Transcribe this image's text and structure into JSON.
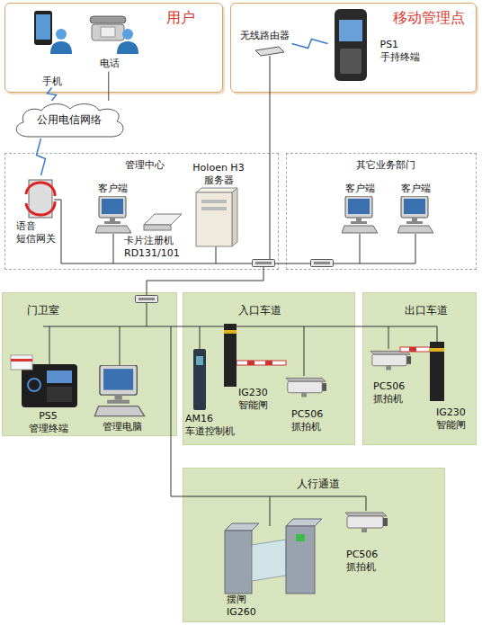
{
  "diagram": {
    "nodes": [
      {
        "text": [
          "用户"
        ]
      },
      {
        "text": [
          "手机"
        ],
        "in": 0
      },
      {
        "text": [
          "电话"
        ],
        "in": 0
      },
      {
        "text": [
          "移动管理点"
        ]
      },
      {
        "text": [
          "无线路由器"
        ],
        "in": 3
      },
      {
        "text": [
          "PS1 手持终端"
        ],
        "in": 3
      },
      {
        "text": [
          "公用电信网络"
        ]
      },
      {
        "text": [
          "管理中心"
        ]
      },
      {
        "text": [
          "语音 短信网关"
        ],
        "in": 7
      },
      {
        "text": [
          "客户端"
        ],
        "in": 7
      },
      {
        "text": [
          "卡片注册机 RD131/101"
        ],
        "in": 7
      },
      {
        "text": [
          "Holoen H3 服务器"
        ],
        "in": 7
      },
      {
        "text": [
          "其它业务部门"
        ]
      },
      {
        "text": [
          "客户端"
        ],
        "in": 12
      },
      {
        "text": [
          "客户端"
        ],
        "in": 12
      },
      {
        "text": [
          "门卫室"
        ]
      },
      {
        "text": [
          "PS5 管理终端"
        ],
        "in": 15
      },
      {
        "text": [
          "管理电脑"
        ],
        "in": 15
      },
      {
        "text": [
          "入口车道"
        ]
      },
      {
        "text": [
          "AM16 车道控制机"
        ],
        "in": 18
      },
      {
        "text": [
          "IG230 智能闸"
        ],
        "in": 18
      },
      {
        "text": [
          "PC506 抓拍机"
        ],
        "in": 18
      },
      {
        "text": [
          "出口车道"
        ]
      },
      {
        "text": [
          "PC506 抓拍机"
        ],
        "in": 22
      },
      {
        "text": [
          "IG230 智能闸"
        ],
        "in": 22
      },
      {
        "text": [
          "人行通道"
        ]
      },
      {
        "text": [
          "摆闸 IG260"
        ],
        "in": 25
      },
      {
        "text": [
          "PC506 抓拍机"
        ],
        "in": 25
      }
    ],
    "edges": [
      {
        "from": 1,
        "to": 6,
        "arrow": "none"
      },
      {
        "from": 2,
        "to": 6,
        "arrow": "none"
      },
      {
        "from": 6,
        "to": 8,
        "arrow": "none"
      },
      {
        "from": 4,
        "to": 5,
        "arrow": "none"
      }
    ]
  }
}
